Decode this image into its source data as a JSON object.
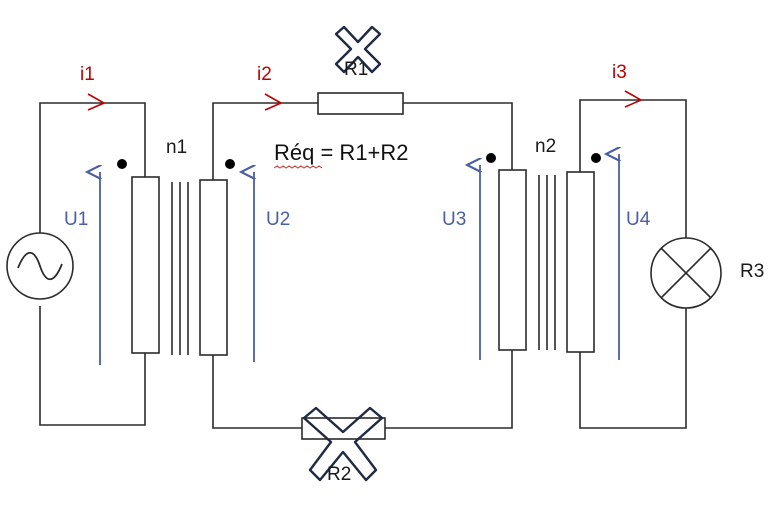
{
  "labels": {
    "i1": "i1",
    "i2": "i2",
    "i3": "i3",
    "n1": "n1",
    "n2": "n2",
    "R1": "R1",
    "R2": "R2",
    "R3": "R3",
    "U1": "U1",
    "U2": "U2",
    "U3": "U3",
    "U4": "U4",
    "equation": "Réq = R1+R2"
  },
  "colors": {
    "wire": "#2b2b2b",
    "current_label": "#c00000",
    "voltage_arrow": "#4a5ea8",
    "cross_mark": "#1f2a44"
  },
  "icons": {
    "source": "ac-source-icon",
    "lamp": "lamp-icon"
  }
}
